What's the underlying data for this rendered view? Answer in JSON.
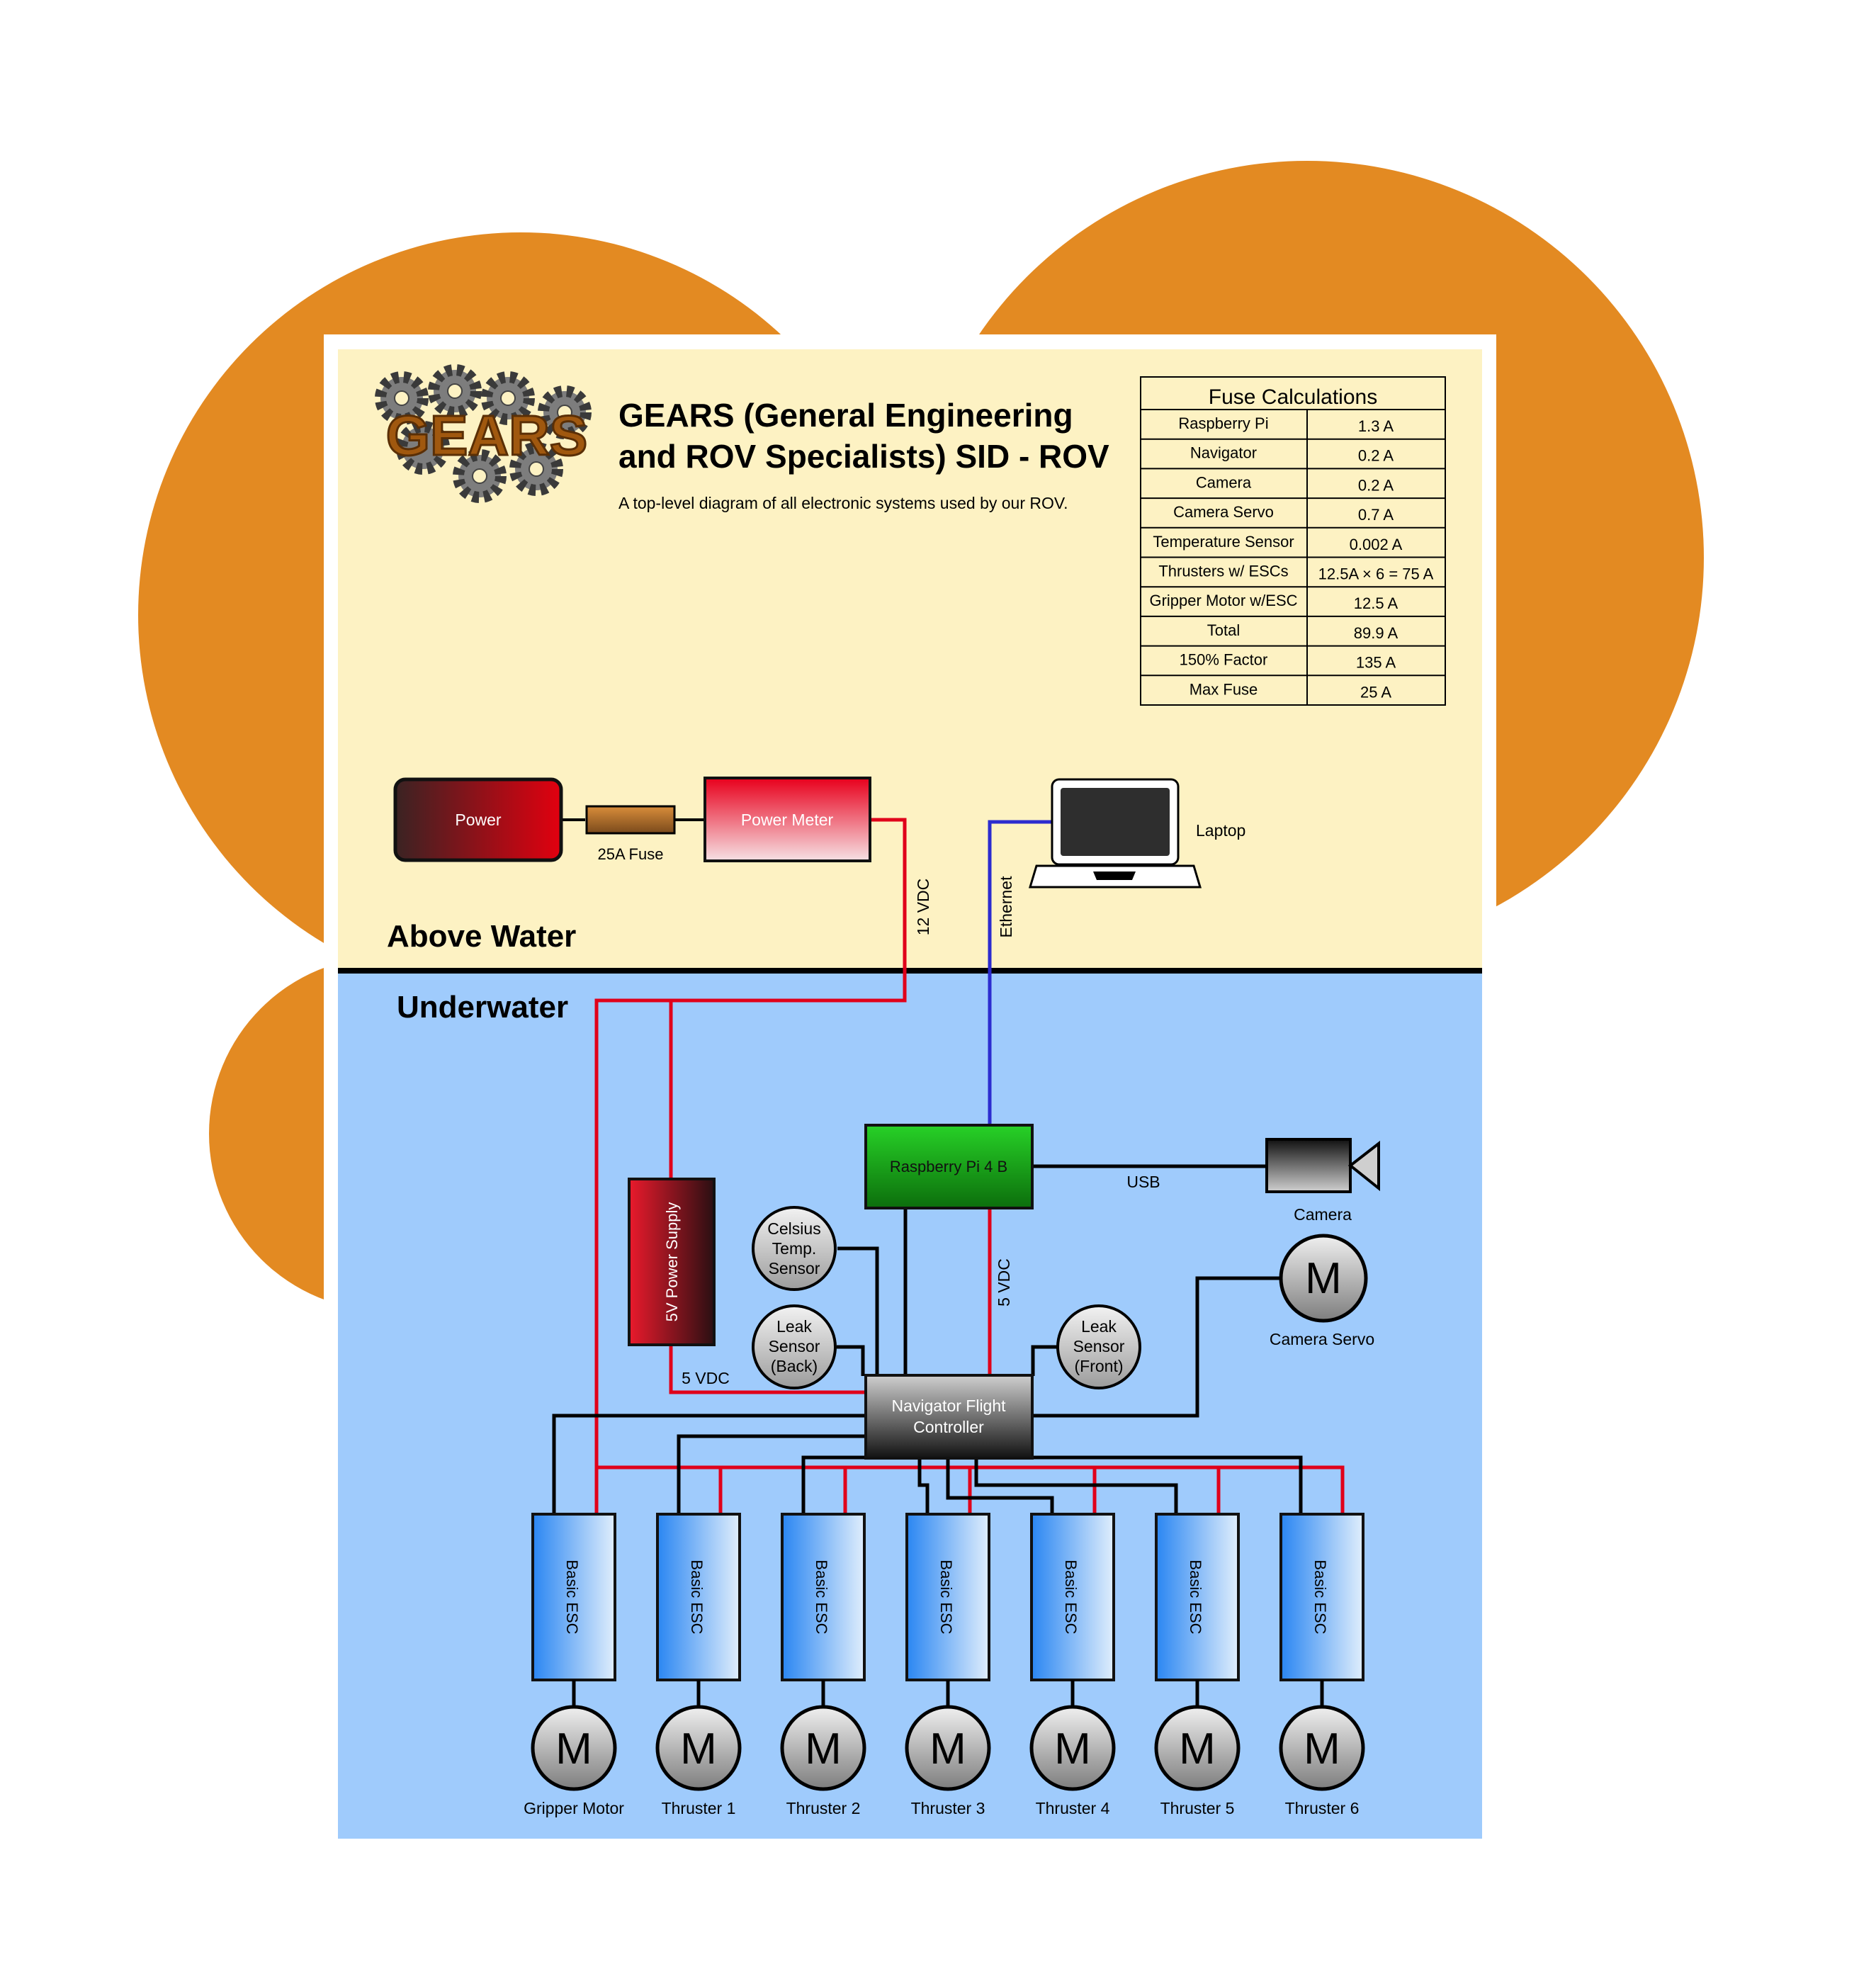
{
  "title": {
    "line1": "GEARS (General Engineering",
    "line2": "and ROV Specialists) SID - ROV",
    "subtitle": "A top-level diagram of all electronic systems used by our ROV."
  },
  "logo": {
    "text": "GEARS"
  },
  "fuse_table": {
    "heading": "Fuse Calculations",
    "rows": [
      {
        "item": "Raspberry Pi",
        "value": "1.3 A"
      },
      {
        "item": "Navigator",
        "value": "0.2 A"
      },
      {
        "item": "Camera",
        "value": "0.2 A"
      },
      {
        "item": "Camera Servo",
        "value": "0.7 A"
      },
      {
        "item": "Temperature Sensor",
        "value": "0.002 A"
      },
      {
        "item": "Thrusters w/ ESCs",
        "value": "12.5A × 6 = 75 A"
      },
      {
        "item": "Gripper Motor w/ESC",
        "value": "12.5 A"
      },
      {
        "item": "Total",
        "value": "89.9 A"
      },
      {
        "item": "150% Factor",
        "value": "135 A"
      },
      {
        "item": "Max Fuse",
        "value": "25 A"
      }
    ]
  },
  "zones": {
    "above": "Above Water",
    "under": "Underwater"
  },
  "components": {
    "power": "Power",
    "fuse": "25A Fuse",
    "power_meter": "Power Meter",
    "laptop": "Laptop",
    "raspberry_pi": "Raspberry Pi 4 B",
    "camera": "Camera",
    "camera_servo": "Camera Servo",
    "power_supply": "5V Power Supply",
    "navigator": [
      "Navigator Flight",
      "Controller"
    ],
    "celsius": [
      "Celsius",
      "Temp.",
      "Sensor"
    ],
    "leak_back": [
      "Leak",
      "Sensor",
      "(Back)"
    ],
    "leak_front": [
      "Leak",
      "Sensor",
      "(Front)"
    ],
    "motor_symbol": "M",
    "esc": "Basic ESC"
  },
  "wire_labels": {
    "vdc12": "12 VDC",
    "ethernet": "Ethernet",
    "usb": "USB",
    "vdc5_pi": "5 VDC",
    "vdc5_supply": "5 VDC"
  },
  "motors": [
    "Gripper Motor",
    "Thruster 1",
    "Thruster 2",
    "Thruster 3",
    "Thruster 4",
    "Thruster 5",
    "Thruster 6"
  ],
  "colors": {
    "orange": "#E38A22",
    "above_bg": "#FDF2C3",
    "under_bg": "#9FCBFC",
    "red_wire": "#E0001A",
    "blue_wire": "#2C2CCF",
    "pi_green": "#1AAE1A",
    "logo_brown": "#A0580F"
  }
}
